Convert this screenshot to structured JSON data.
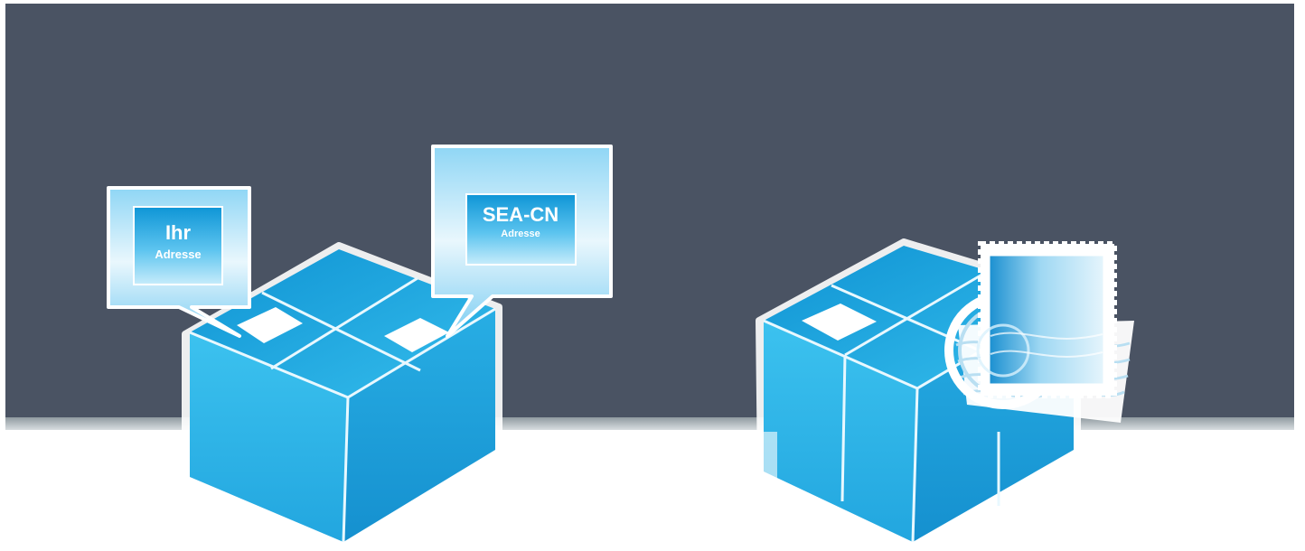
{
  "labels": {
    "left_tag_line1": "Ihr",
    "left_tag_line2": "Adresse",
    "right_tag_line1": "SEA-CN",
    "right_tag_line2": "Adresse"
  },
  "colors": {
    "background_band": "#4a5363",
    "floor": "#ffffff",
    "box_top": "#1fa2dc",
    "box_left": "#2fb3e6",
    "box_right": "#1b99d4",
    "tag_frame": "#6fc6ee"
  },
  "icons": {
    "left_package": "package-box-icon",
    "right_package": "stamped-package-icon",
    "stamp": "postage-stamp-icon"
  }
}
